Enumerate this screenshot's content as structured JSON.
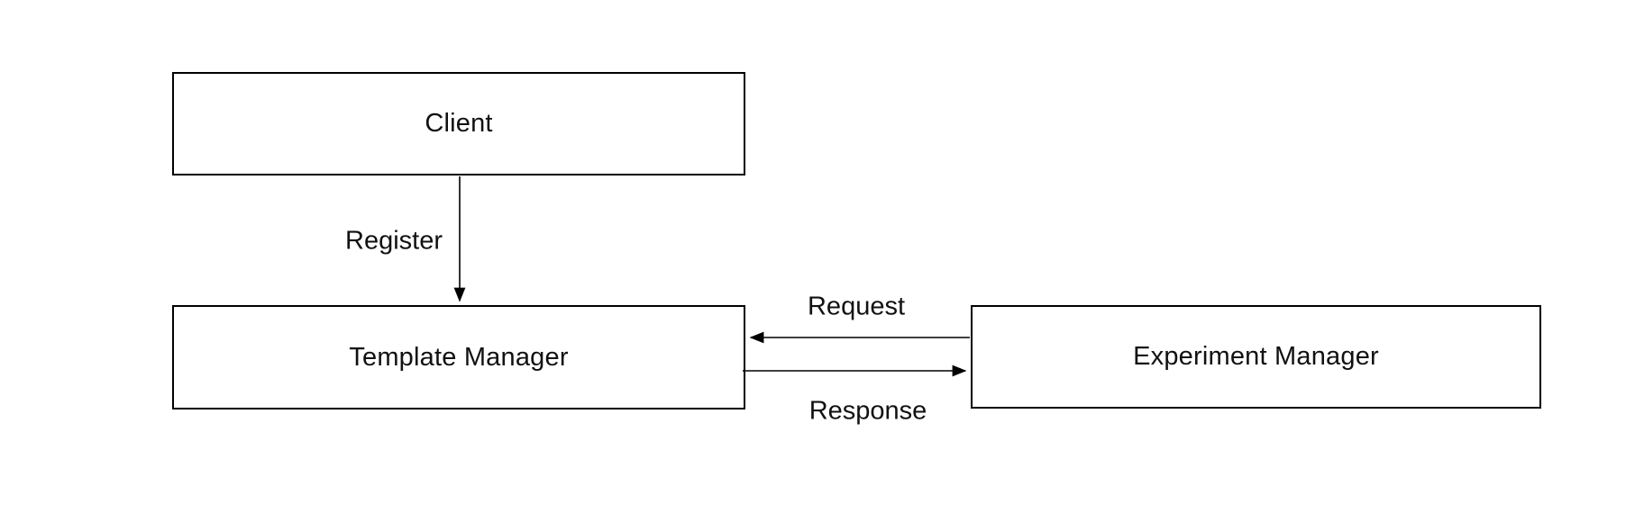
{
  "diagram": {
    "background_color": "#ffffff",
    "line_color": "#000000",
    "text_color": "#111111",
    "nodes": [
      {
        "id": "client",
        "label": "Client"
      },
      {
        "id": "template-manager",
        "label": "Template Manager"
      },
      {
        "id": "experiment-manager",
        "label": "Experiment Manager"
      }
    ],
    "edges": [
      {
        "from": "client",
        "to": "template-manager",
        "label": "Register",
        "direction": "down"
      },
      {
        "from": "experiment-manager",
        "to": "template-manager",
        "label": "Request",
        "direction": "left"
      },
      {
        "from": "template-manager",
        "to": "experiment-manager",
        "label": "Response",
        "direction": "right"
      }
    ]
  }
}
